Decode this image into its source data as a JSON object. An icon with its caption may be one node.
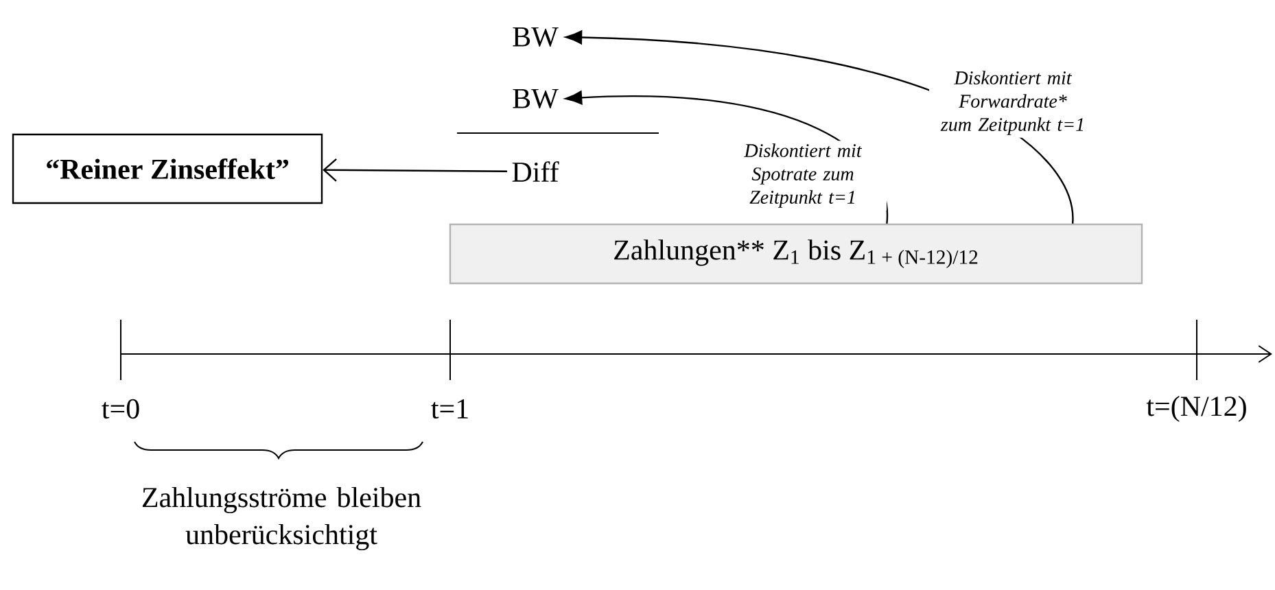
{
  "diagram": {
    "nodes": [
      {
        "text": [
          "“Reiner Zinseffekt”"
        ]
      },
      {
        "text": [
          "BW"
        ]
      },
      {
        "text": [
          "BW"
        ]
      },
      {
        "text": [
          "Diff"
        ]
      },
      {
        "text": [
          "Zahlungen** Z$_{1}$ bis Z$_{1 + (N-12)/12}$"
        ]
      }
    ],
    "edges": [
      {
        "from": 4,
        "to": 1,
        "arrow": "to",
        "label": "Diskontiert mit Forwardrate* zum Zeitpunkt t=1"
      },
      {
        "from": 4,
        "to": 2,
        "arrow": "to",
        "label": "Diskontiert mit Spotrate zum Zeitpunkt t=1"
      },
      {
        "from": 3,
        "to": 0,
        "arrow": "to"
      }
    ],
    "labels": [
      "t=0",
      "t=1",
      "t=(N/12)",
      "Zahlungsströme bleiben unberücksichtigt"
    ]
  }
}
